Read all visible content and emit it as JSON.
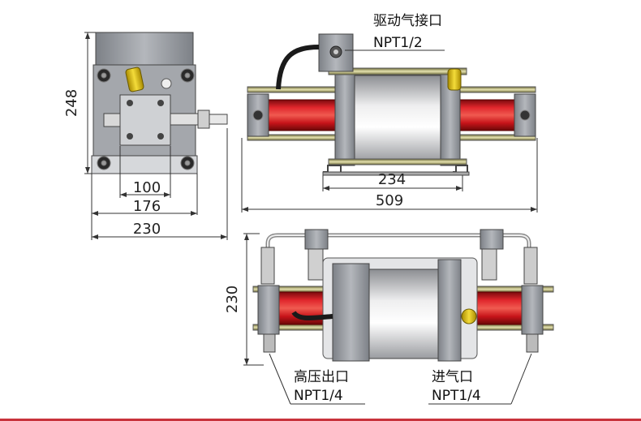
{
  "front_view": {
    "dim_height": "248",
    "dim_width_inner": "100",
    "dim_width_mid": "176",
    "dim_width_outer": "230"
  },
  "side_view": {
    "dim_inner": "234",
    "dim_outer": "509",
    "drive_air_label_cn": "驱动气接口",
    "drive_air_label_spec": "NPT1/2"
  },
  "bottom_view": {
    "dim_height": "230",
    "outlet_label_cn": "高压出口",
    "outlet_label_spec": "NPT1/4",
    "inlet_label_cn": "进气口",
    "inlet_label_spec": "NPT1/4"
  },
  "colors": {
    "cylinder_red": "#d0141c",
    "body_gray": "#9a9ea4",
    "accent_yellow": "#e8c51a",
    "frame_line": "#c8323c"
  }
}
